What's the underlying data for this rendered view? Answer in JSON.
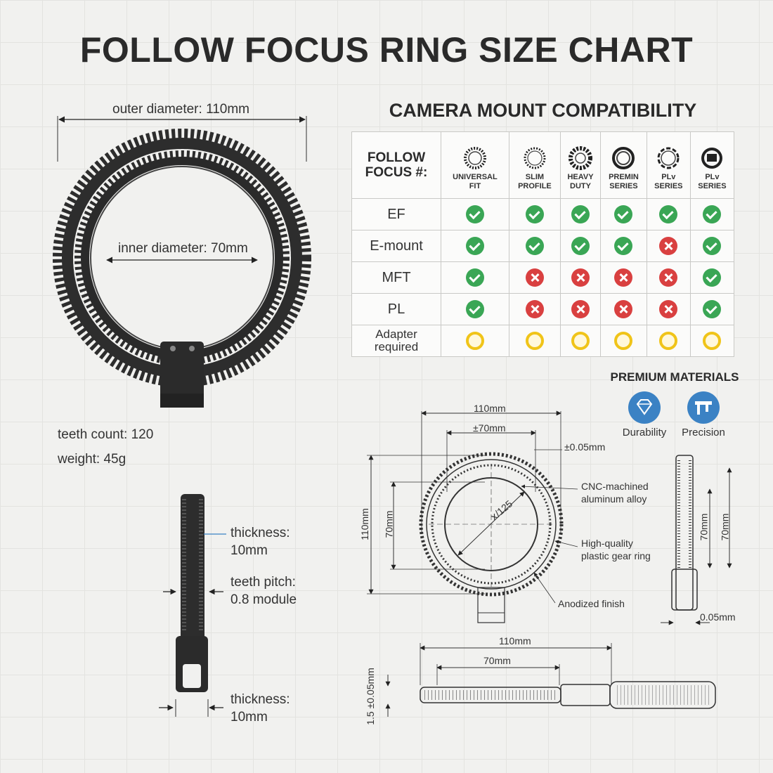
{
  "title": "FOLLOW FOCUS RING SIZE CHART",
  "ring": {
    "outer_diameter": "outer diameter: 110mm",
    "inner_diameter": "inner diameter: 70mm",
    "teeth_count": "teeth count: 120",
    "weight": "weight: 45g"
  },
  "side_view": {
    "thickness_line1": "thickness:",
    "thickness_line2": "10mm",
    "pitch_line1": "teeth pitch:",
    "pitch_line2": "0.8 module",
    "thickness2_line1": "thickness:",
    "thickness2_line2": "10mm"
  },
  "compat": {
    "title": "CAMERA MOUNT COMPATIBILITY",
    "header_line1": "FOLLOW",
    "header_line2": "FOCUS #:",
    "mounts": [
      {
        "line1": "UNIVERSAL",
        "line2": "FIT"
      },
      {
        "line1": "SLIM",
        "line2": "PROFILE"
      },
      {
        "line1": "HEAVY",
        "line2": "DUTY"
      },
      {
        "line1": "PREMIN",
        "line2": "SERIES"
      },
      {
        "line1": "PLv",
        "line2": "SERIES"
      },
      {
        "line1": "PLv",
        "line2": "SERIES"
      }
    ],
    "rows": [
      {
        "label": "EF",
        "marks": [
          "yes",
          "yes",
          "yes",
          "yes",
          "yes",
          "yes"
        ]
      },
      {
        "label": "E-mount",
        "marks": [
          "yes",
          "yes",
          "yes",
          "yes",
          "no",
          "yes"
        ]
      },
      {
        "label": "MFT",
        "marks": [
          "yes",
          "no",
          "no",
          "no",
          "no",
          "yes"
        ]
      },
      {
        "label": "PL",
        "marks": [
          "yes",
          "no",
          "no",
          "no",
          "no",
          "yes"
        ]
      },
      {
        "label_line1": "Adapter",
        "label_line2": "required",
        "marks": [
          "adapter",
          "adapter",
          "adapter",
          "adapter",
          "adapter",
          "adapter"
        ]
      }
    ],
    "colors": {
      "yes": "#3aa655",
      "no": "#d94040",
      "adapter": "#f0c419"
    }
  },
  "materials": {
    "title": "PREMIUM MATERIALS",
    "items": [
      {
        "label": "Durability",
        "icon": "diamond-icon"
      },
      {
        "label": "Precision",
        "icon": "caliper-icon"
      }
    ],
    "accent": "#3b82c4"
  },
  "tech": {
    "dim_110": "110mm",
    "dim_pm70": "±70mm",
    "tol": "±0.05mm",
    "radius": "ⅹ/125",
    "v110": "110mm",
    "v70": "70mm",
    "cnc_line1": "CNC-machined",
    "cnc_line2": "aluminum alloy",
    "hq_line1": "High-quality",
    "hq_line2": "plastic gear ring",
    "anodized": "Anodized finish",
    "side_70a": "70mm",
    "side_70b": "70mm",
    "side_005": "0.05mm",
    "bottom_110": "110mm",
    "bottom_70": "70mm",
    "bottom_thick": "1.5 ±0.05mm"
  }
}
